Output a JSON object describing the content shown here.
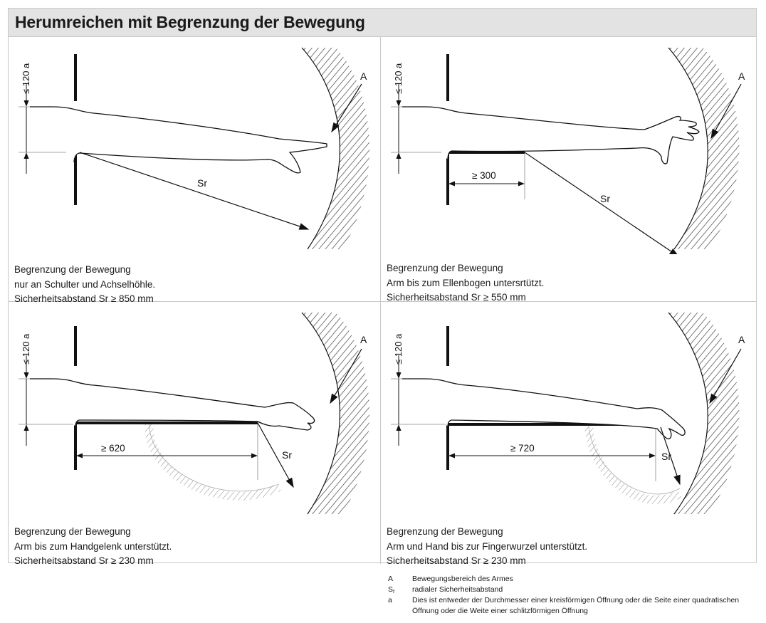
{
  "title": "Herumreichen mit Begrenzung der Bewegung",
  "labels": {
    "opening": "≤ 120 a",
    "area": "A",
    "radius": "Sr"
  },
  "panels": [
    {
      "dimension": "",
      "caption": [
        "Begrenzung der Bewegung",
        "nur an Schulter und Achselhöhle.",
        "Sicherheitsabstand Sr ≥ 850 mm"
      ]
    },
    {
      "dimension": "≥ 300",
      "caption": [
        "Begrenzung der Bewegung",
        "Arm bis zum Ellenbogen untersrtützt.",
        "Sicherheitsabstand Sr ≥ 550 mm"
      ]
    },
    {
      "dimension": "≥ 620",
      "caption": [
        "Begrenzung der Bewegung",
        "Arm bis zum Handgelenk unterstützt.",
        "Sicherheitsabstand Sr ≥ 230 mm"
      ]
    },
    {
      "dimension": "≥ 720",
      "caption": [
        "Begrenzung der Bewegung",
        "Arm und Hand bis zur Fingerwurzel unterstützt.",
        "Sicherheitsabstand Sr ≥ 230 mm"
      ]
    }
  ],
  "legend": [
    {
      "symbol": "A",
      "text": "Bewegungsbereich des Armes"
    },
    {
      "symbol": "S",
      "subscript": "r",
      "text": "radialer Sicherheitsabstand"
    },
    {
      "symbol": "a",
      "text": "Dies ist entweder der Durchmesser einer kreisförmigen Öffnung oder die Seite einer quadratischen"
    },
    {
      "symbol": "",
      "text": "Öffnung oder die Weite einer schlitzförmigen Öffnung"
    }
  ]
}
